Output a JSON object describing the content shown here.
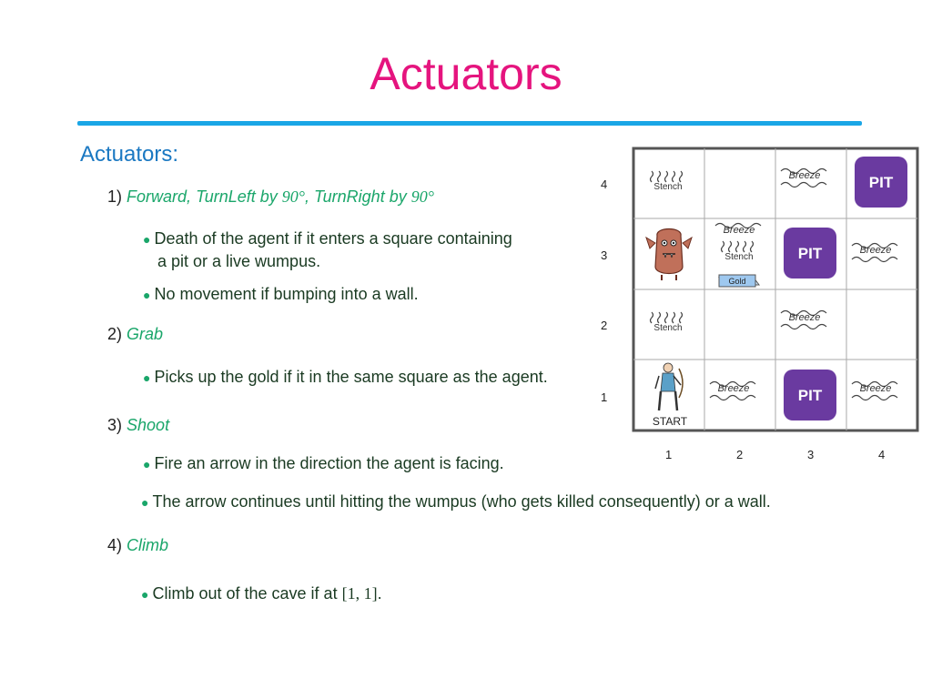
{
  "title": "Actuators",
  "heading": "Actuators:",
  "actions": [
    {
      "num": "1)",
      "parts": [
        "Forward",
        ", ",
        "TurnLeft by ",
        "90°",
        ", ",
        "TurnRight by ",
        "90°"
      ]
    },
    {
      "num": "2)",
      "name": "Grab"
    },
    {
      "num": "3)",
      "name": "Shoot"
    },
    {
      "num": "4)",
      "name": "Climb"
    }
  ],
  "bullets": {
    "death_line1": "Death of the agent if it enters a square containing",
    "death_line2": "a pit or a live wumpus.",
    "wall": "No movement if bumping into a wall.",
    "grab": "Picks up the gold if it in the same square as the agent.",
    "fire": "Fire an arrow in the direction the agent is facing.",
    "continues": "The arrow continues until hitting the wumpus (who gets killed consequently) or a wall.",
    "climb_prefix": "Climb out of the cave if at ",
    "climb_math": "[1, 1]",
    "climb_suffix": "."
  },
  "grid": {
    "row_labels": [
      "4",
      "3",
      "2",
      "1"
    ],
    "col_labels": [
      "1",
      "2",
      "3",
      "4"
    ],
    "pit": "PIT",
    "breeze": "Breeze",
    "stench": "Stench",
    "gold": "Gold",
    "start": "START",
    "colors": {
      "pit": "#6a3aa0",
      "frame": "#555555",
      "gold": "#9ec8ef",
      "wumpus": "#c0705a"
    }
  }
}
